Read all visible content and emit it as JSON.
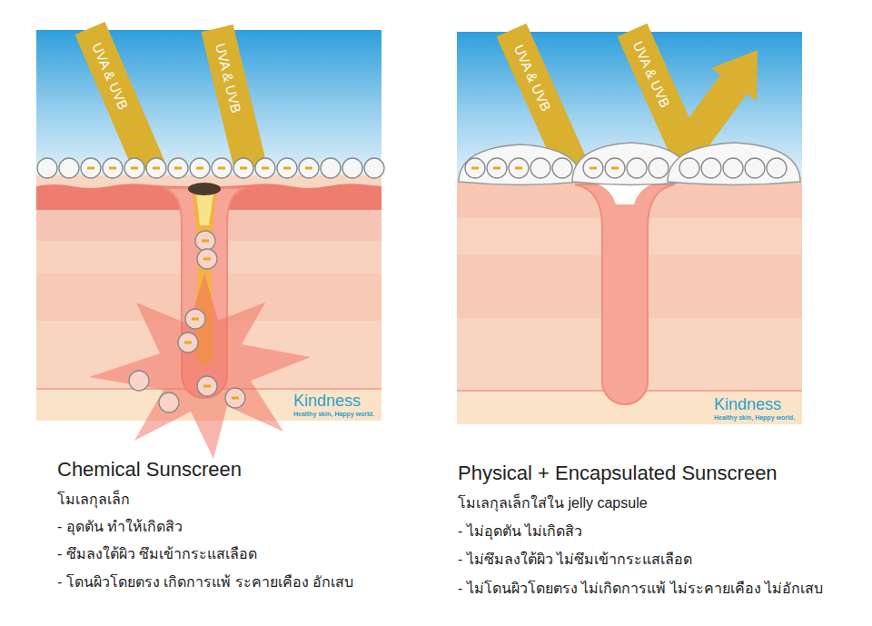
{
  "diagram": {
    "labels": [
      "UVA & UVB",
      "UVA & UVB",
      "Kindness",
      "Healthy skin, Happy world.",
      "UVA & UVB",
      "UVA & UVB",
      "Kindness",
      "Healthy skin, Happy world.",
      "Chemical Sunscreen",
      "โมเลกุลเล็ก",
      "- อุดตัน ทำให้เกิดสิว",
      "- ซึมลงใต้ผิว ซึมเข้ากระแสเลือด",
      "- โดนผิวโดยตรง เกิดการแพ้ ระคายเคือง อักเสบ",
      "Physical + Encapsulated Sunscreen",
      "โมเลกุลเล็กใส่ใน jelly capsule",
      "- ไม่อุดตัน ไม่เกิดสิว",
      "- ไม่ซึมลงใต้ผิว ไม่ซึมเข้ากระแสเลือด",
      "- ไม่โดนผิวโดยตรง ไม่เกิดการแพ้ ไม่ระคายเคือง ไม่อักเสบ"
    ]
  }
}
